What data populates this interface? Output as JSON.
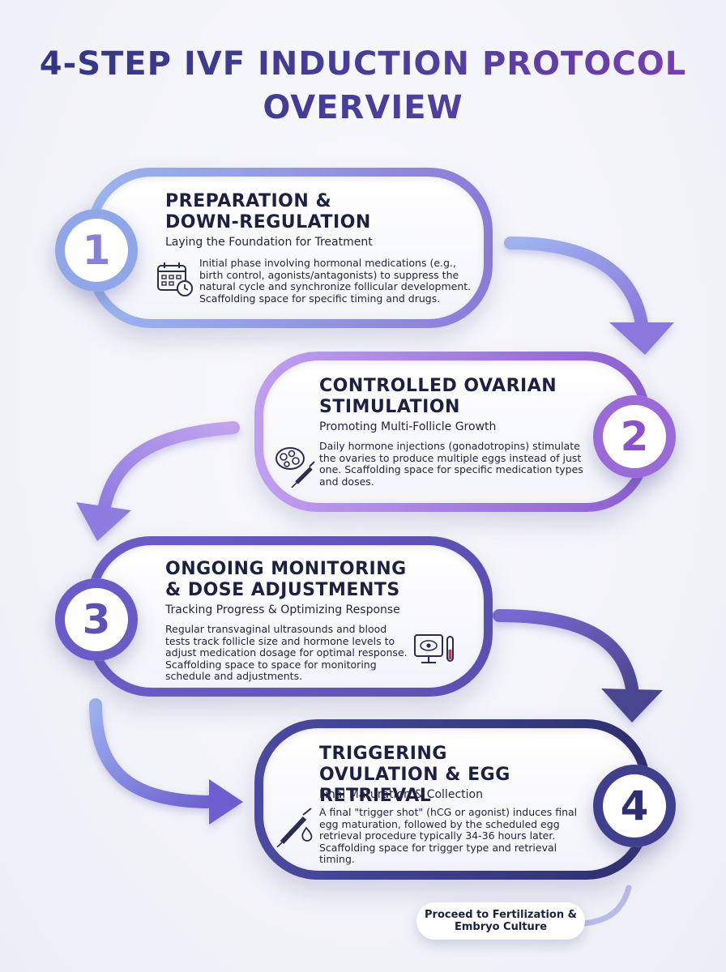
{
  "title": "4-STEP IVF INDUCTION PROTOCOL OVERVIEW",
  "steps": [
    {
      "number": "1",
      "title": "PREPARATION & DOWN-REGULATION",
      "subtitle": "Laying the Foundation for Treatment",
      "body": "Initial phase involving hormonal medications (e.g., birth control, agonists/antagonists) to suppress the natural cycle and synchronize follicular development. Scaffolding space for specific timing and drugs.",
      "icon": "calendar-clock-icon",
      "color": "#8fa4e6"
    },
    {
      "number": "2",
      "title": "CONTROLLED OVARIAN STIMULATION",
      "subtitle": "Promoting Multi-Follicle Growth",
      "body": "Daily hormone injections (gonadotropins) stimulate the ovaries to produce multiple eggs instead of just one. Scaffolding space for specific medication types and doses.",
      "icon": "ovary-syringe-icon",
      "color": "#9a6ad8"
    },
    {
      "number": "3",
      "title": "ONGOING MONITORING & DOSE ADJUSTMENTS",
      "subtitle": "Tracking Progress & Optimizing Response",
      "body": "Regular transvaginal ultrasounds and blood tests track follicle size and hormone levels to adjust medication dosage for optimal response. Scaffolding space to space for monitoring schedule and adjustments.",
      "icon": "ultrasound-monitor-icon",
      "color": "#6a5cc8"
    },
    {
      "number": "4",
      "title": "TRIGGERING OVULATION & EGG RETRIEVAL",
      "subtitle": "Final Maturation & Collection",
      "body": "A final \"trigger shot\" (hCG or agonist) induces final egg maturation, followed by the scheduled egg retrieval procedure typically 34-36 hours later. Scaffolding space for trigger type and retrieval timing.",
      "icon": "syringe-drop-icon",
      "color": "#3f3f8e"
    }
  ],
  "final_label": "Proceed to Fertilization & Embryo Culture"
}
